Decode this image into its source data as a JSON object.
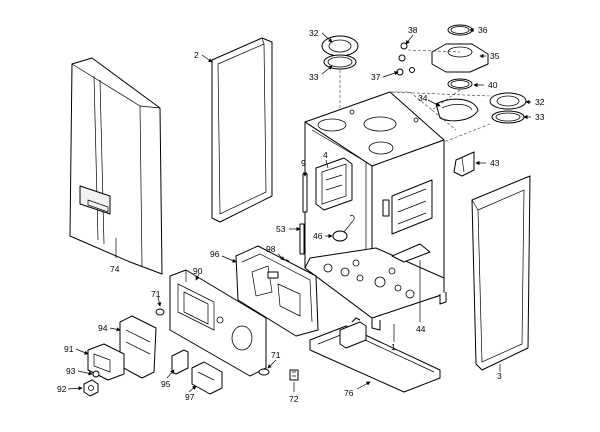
{
  "diagram": {
    "part_numbers": {
      "p2": "2",
      "p3": "3",
      "p4": "4",
      "p9": "9",
      "p1": "1",
      "p32a": "32",
      "p33a": "33",
      "p38": "38",
      "p36": "36",
      "p35": "35",
      "p37": "37",
      "p40": "40",
      "p34": "34",
      "p32b": "32",
      "p33b": "33",
      "p43": "43",
      "p53": "53",
      "p46": "46",
      "p98": "98",
      "p96": "96",
      "p90": "90",
      "p74": "74",
      "p71a": "71",
      "p94": "94",
      "p91": "91",
      "p93": "93",
      "p92": "92",
      "p95": "95",
      "p97": "97",
      "p72": "72",
      "p71b": "71",
      "p76": "76",
      "p44": "44"
    }
  }
}
